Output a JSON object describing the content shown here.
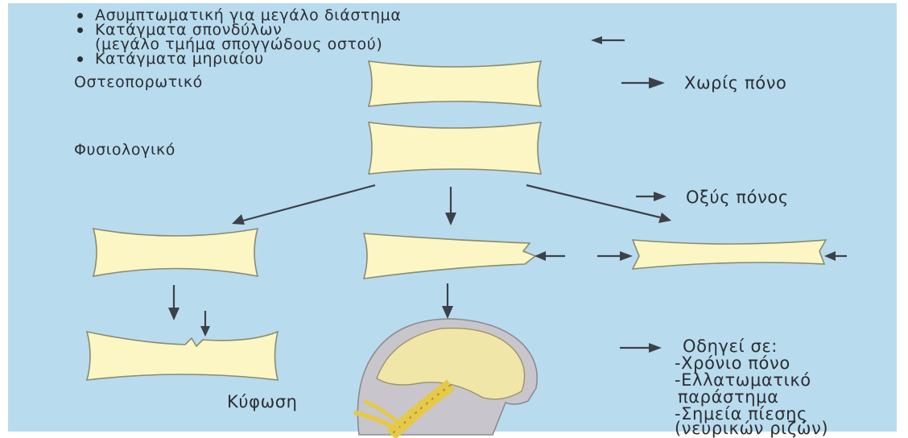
{
  "top_bullets": [
    "Ασυμπτωματική για μεγάλο διάστημα",
    "Κατάγματα σπονδύλων",
    "(μεγάλο τμήμα σπογγώδους οστού)",
    "Κατάγματα μηριαίου"
  ],
  "labels": {
    "osteoporotic": "Οστεοπορωτικό",
    "normal": "Φυσιολογικό",
    "no_pain": "Χωρίς πόνο",
    "acute_pain": "Οξύς πόνος",
    "kyphosis": "Κύφωση"
  },
  "leads_to": {
    "title": "Οδηγεί σε:",
    "items": [
      "-Χρόνιο πόνο",
      "-Ελλατωματικό",
      "παράστημα",
      "-Σημεία πίεσης",
      "(νευρικών ριζών)"
    ]
  },
  "colors": {
    "background": "#b9dbee",
    "bone": "#fbf6c4",
    "text": "#2a2e33"
  }
}
